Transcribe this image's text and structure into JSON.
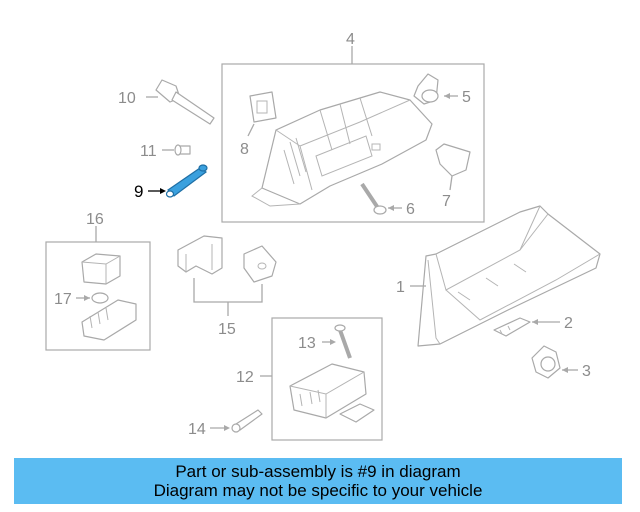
{
  "callouts": {
    "c1": "1",
    "c2": "2",
    "c3": "3",
    "c4": "4",
    "c5": "5",
    "c6": "6",
    "c7": "7",
    "c8": "8",
    "c9": "9",
    "c10": "10",
    "c11": "11",
    "c12": "12",
    "c13": "13",
    "c14": "14",
    "c15": "15",
    "c16": "16",
    "c17": "17"
  },
  "highlight": {
    "part": "9",
    "color": "#3aa0de"
  },
  "banner": {
    "line1": "Part or sub-assembly is #9 in diagram",
    "line2": "Diagram may not be specific to your vehicle",
    "background": "#5bbcf2"
  }
}
